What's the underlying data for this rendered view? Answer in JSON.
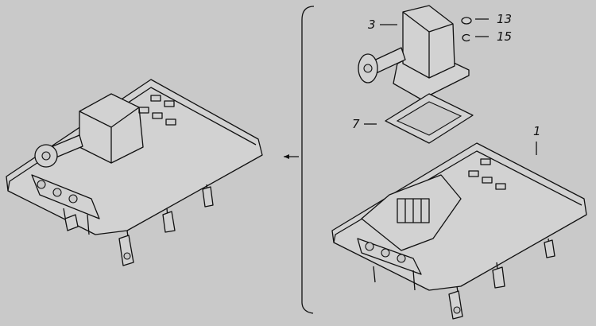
{
  "diagram": {
    "callouts": [
      {
        "id": "callout-3",
        "label": "3"
      },
      {
        "id": "callout-13",
        "label": "13"
      },
      {
        "id": "callout-15",
        "label": "15"
      },
      {
        "id": "callout-7",
        "label": "7"
      },
      {
        "id": "callout-1",
        "label": "1"
      }
    ],
    "colors": {
      "background": "#c9c9c9",
      "line": "#111111"
    }
  }
}
